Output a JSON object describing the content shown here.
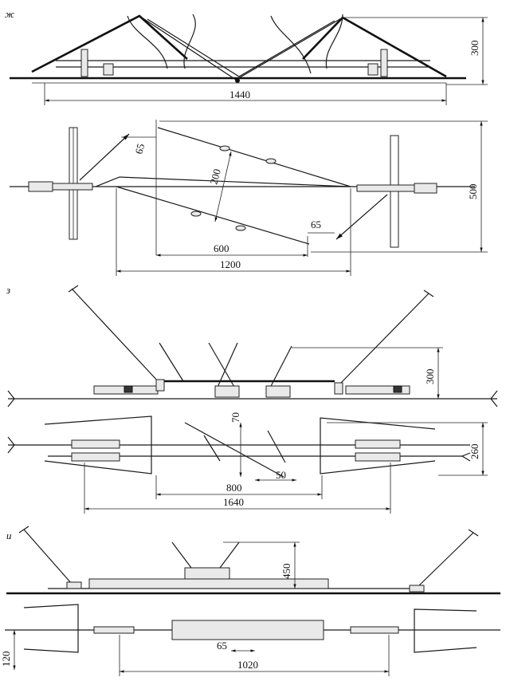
{
  "sections": {
    "zh": {
      "letter": "ж",
      "dims": {
        "height": "300",
        "span": "1440",
        "offset": "65",
        "brace": "200",
        "width": "500",
        "offset2": "65",
        "inner": "600",
        "outer": "1200"
      }
    },
    "z": {
      "letter": "з",
      "dims": {
        "height": "300",
        "gap": "70",
        "width": "260",
        "small": "50",
        "inner": "800",
        "outer": "1640"
      }
    },
    "i": {
      "letter": "и",
      "dims": {
        "height": "450",
        "side": "120",
        "small": "65",
        "span": "1020"
      }
    }
  }
}
